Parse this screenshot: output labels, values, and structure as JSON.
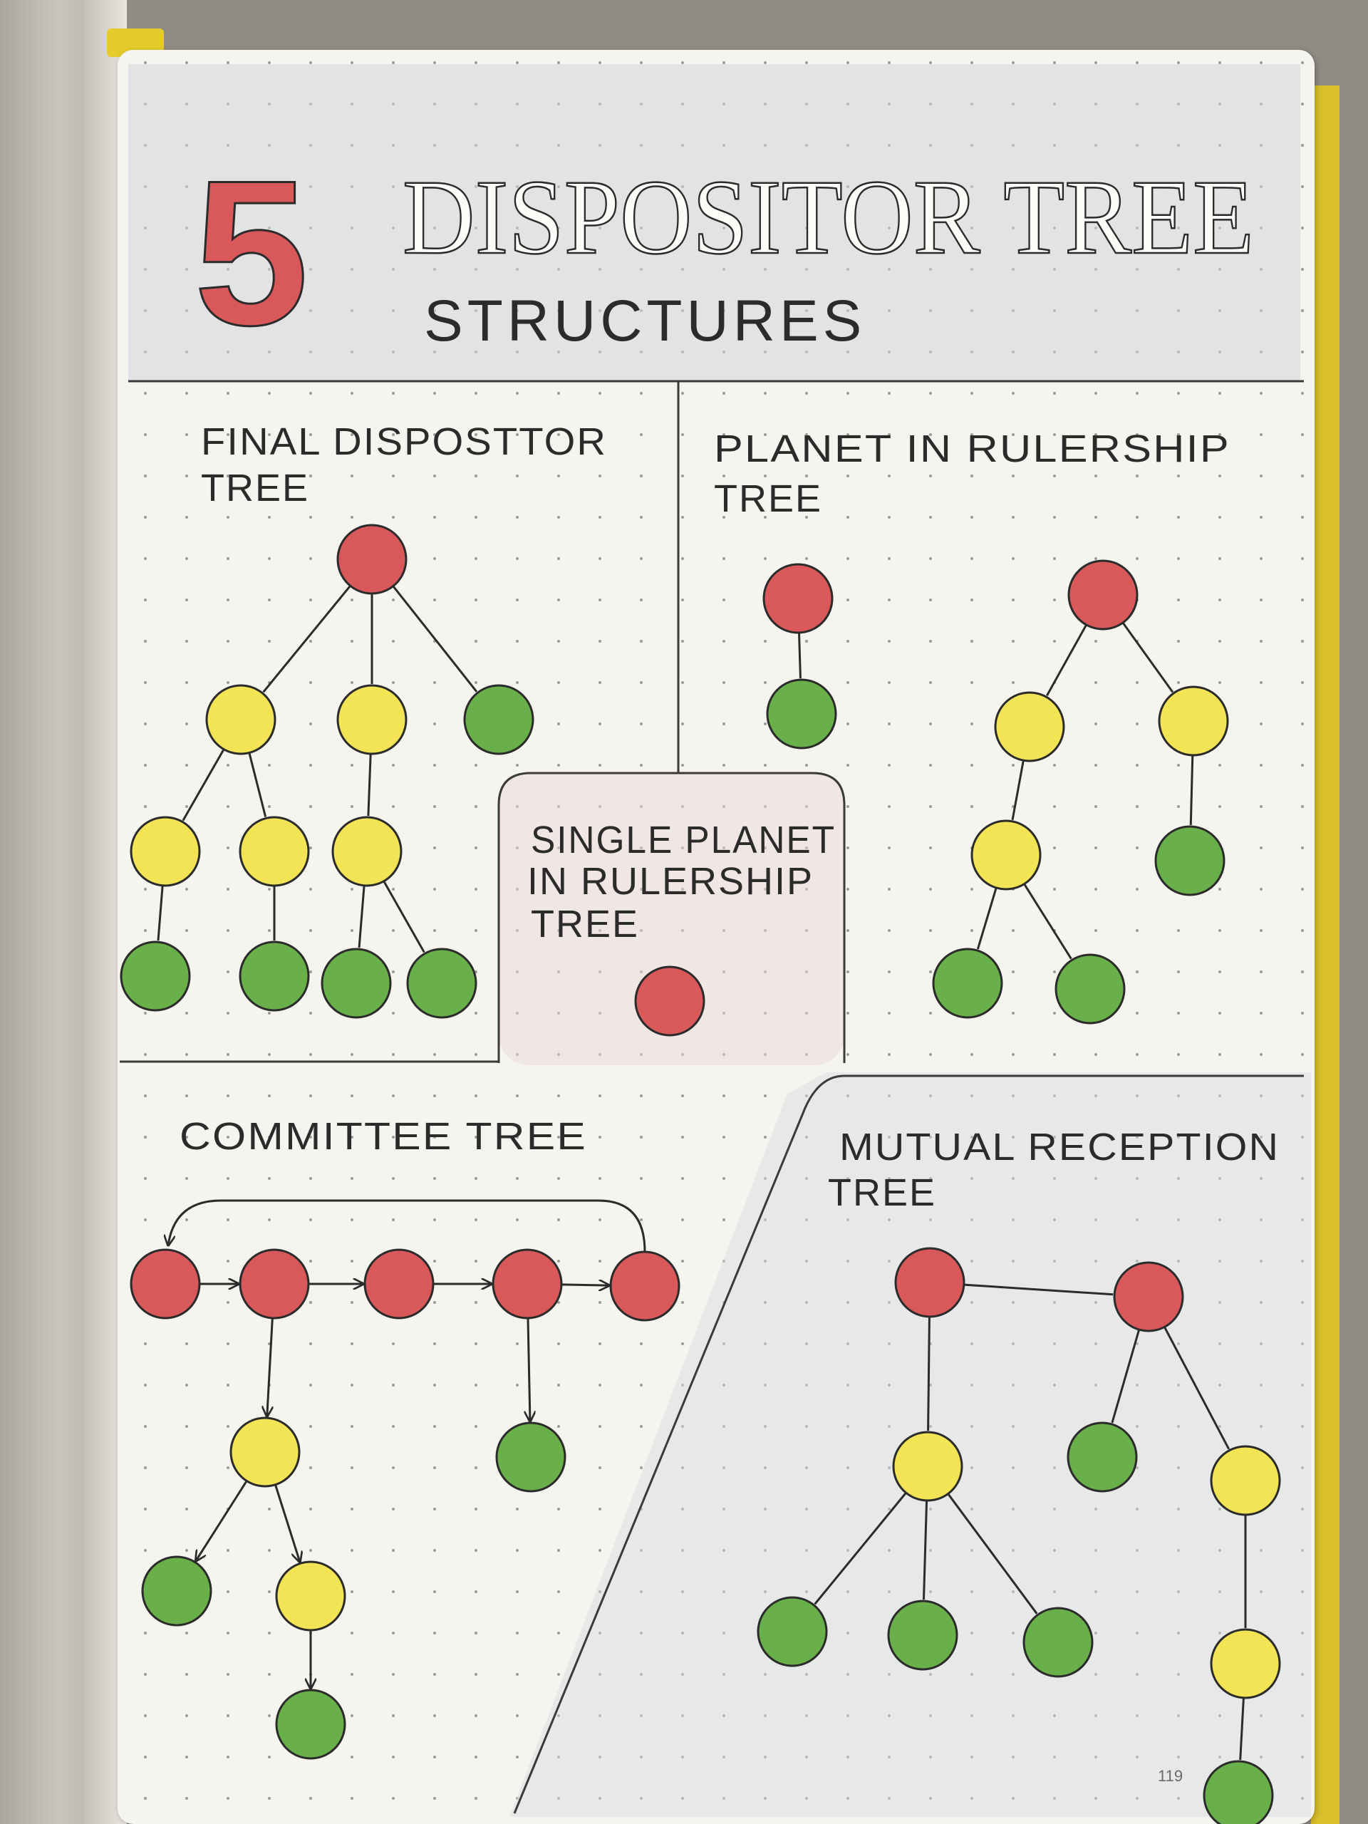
{
  "title": {
    "number": "5",
    "main": "DISPOSITOR TREE",
    "sub": "STRUCTURES"
  },
  "colors": {
    "red": "#d9585a",
    "yellow": "#f2e455",
    "green": "#69b04a"
  },
  "sections": {
    "final": {
      "label_1": "FINAL DISPOSTTOR",
      "label_2": "TREE"
    },
    "rulership": {
      "label_1": "PLANET IN RULERSHIP",
      "label_2": "TREE"
    },
    "single": {
      "label_1": "SINGLE PLANET",
      "label_2": "IN RULERSHIP",
      "label_3": "TREE"
    },
    "committee": {
      "label_1": "COMMITTEE TREE"
    },
    "mutual": {
      "label_1": "MUTUAL RECEPTION",
      "label_2": "TREE"
    }
  },
  "page_number": "119"
}
